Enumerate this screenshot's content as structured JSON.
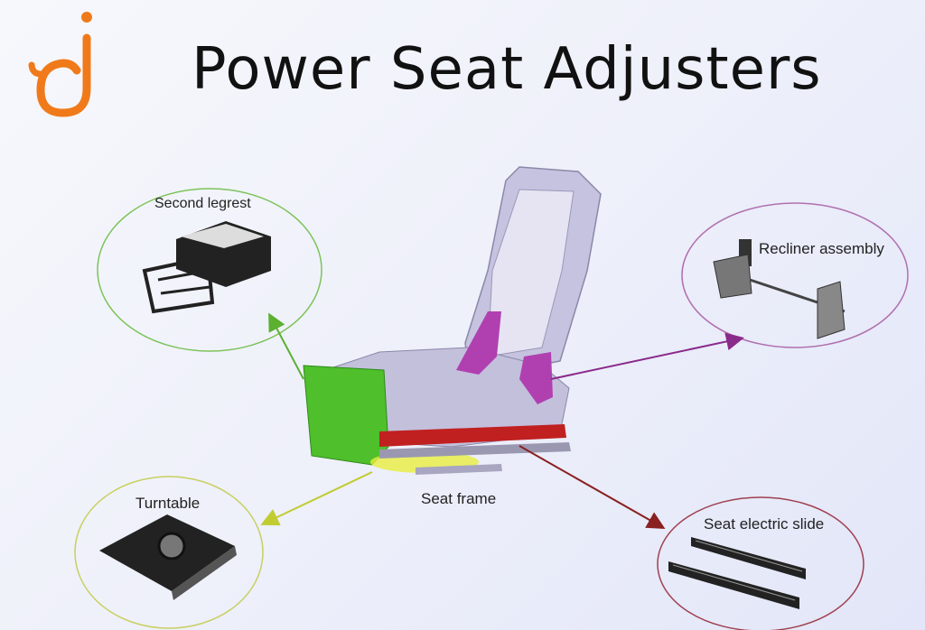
{
  "title": "Power Seat Adjusters",
  "logo": {
    "icon": "orange-dj-logo",
    "color": "#f07a1a"
  },
  "labels": {
    "second_legrest": "Second legrest",
    "recliner_assembly": "Recliner assembly",
    "turntable": "Turntable",
    "seat_frame": "Seat frame",
    "seat_electric_slide": "Seat electric slide"
  },
  "colors": {
    "legrest": "#6cc04a",
    "recliner": "#9a3a9a",
    "turntable": "#c8d24a",
    "slide": "#9a2a2a",
    "seat_frame": "#b9b6d8"
  }
}
